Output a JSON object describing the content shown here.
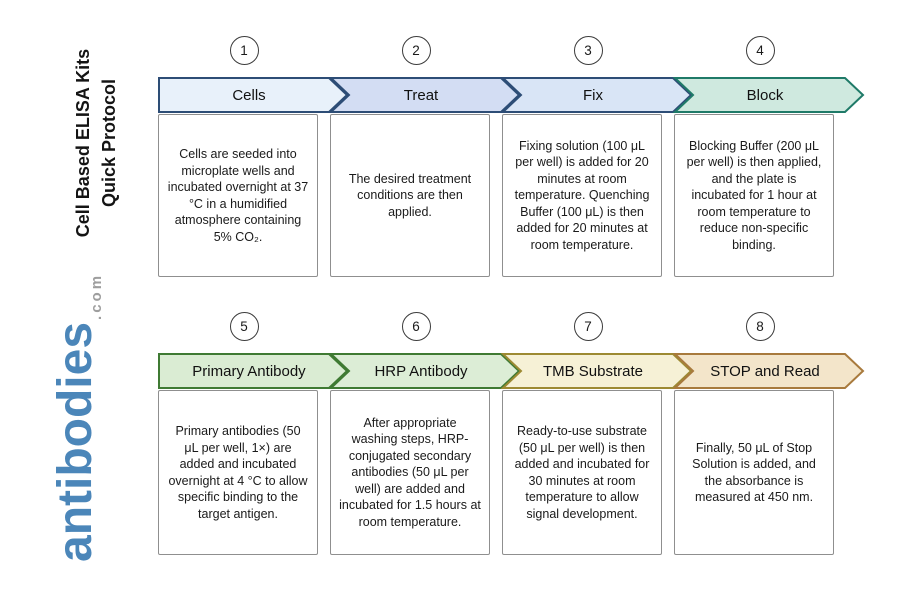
{
  "sidebar": {
    "title_line1": "Cell Based ELISA Kits",
    "title_line2": "Quick Protocol",
    "logo_word": "antibodies",
    "logo_tld": ".com",
    "logo_color": "#4b86b9",
    "logo_tld_color": "#9e9e9e"
  },
  "steps": [
    {
      "number": "1",
      "label": "Cells",
      "description": "Cells are seeded into microplate wells and incubated overnight at 37 °C in a humidified atmosphere containing 5% CO₂.",
      "colors": {
        "fill": "#e8f1fa",
        "stroke": "#2d4d76"
      }
    },
    {
      "number": "2",
      "label": "Treat",
      "description": "The desired treatment conditions are then applied.",
      "colors": {
        "fill": "#d3ddf3",
        "stroke": "#2d4d76"
      }
    },
    {
      "number": "3",
      "label": "Fix",
      "description": "Fixing solution (100 μL per well) is added for 20 minutes at room temperature. Quenching Buffer (100 μL) is then added for 20 minutes at room temperature.",
      "colors": {
        "fill": "#d9e5f6",
        "stroke": "#2d4d76"
      }
    },
    {
      "number": "4",
      "label": "Block",
      "description": "Blocking Buffer (200 μL per well) is then applied, and the plate is incubated for 1 hour at room temperature to reduce non-specific binding.",
      "colors": {
        "fill": "#cfe9df",
        "stroke": "#1f7a68"
      }
    },
    {
      "number": "5",
      "label": "Primary Antibody",
      "description": "Primary antibodies (50 μL per well, 1×) are added and incubated overnight at 4 °C to allow specific binding to the target antigen.",
      "colors": {
        "fill": "#daecd3",
        "stroke": "#3f7a33"
      }
    },
    {
      "number": "6",
      "label": "HRP Antibody",
      "description": "After appropriate washing steps, HRP-conjugated secondary antibodies (50 μL per well) are added and incubated for 1.5 hours at room temperature.",
      "colors": {
        "fill": "#dcedd6",
        "stroke": "#3f7a33"
      }
    },
    {
      "number": "7",
      "label": "TMB Substrate",
      "description": "Ready-to-use substrate (50 μL per well) is then added and incubated for 30 minutes at room temperature to allow signal development.",
      "colors": {
        "fill": "#f6f1d6",
        "stroke": "#9d8a33"
      }
    },
    {
      "number": "8",
      "label": "STOP and Read",
      "description": "Finally, 50 μL of Stop Solution is added, and the absorbance is measured at 450 nm.",
      "colors": {
        "fill": "#f3e5ca",
        "stroke": "#a87a3d"
      }
    }
  ]
}
